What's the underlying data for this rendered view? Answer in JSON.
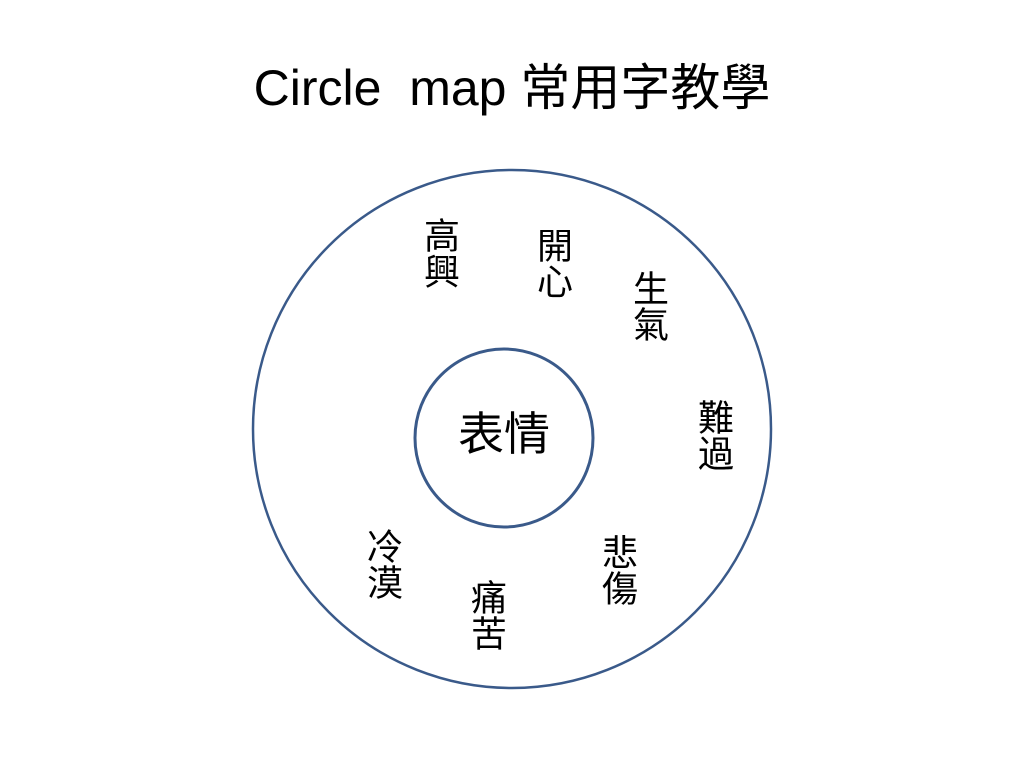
{
  "title": {
    "latin": "Circle  map ",
    "cjk": "常用字教學"
  },
  "center": {
    "label": "表情"
  },
  "outer_items": [
    "高興",
    "開心",
    "生氣",
    "難過",
    "悲傷",
    "痛苦",
    "冷漠"
  ],
  "colors": {
    "circle_stroke": "#3a5a8a",
    "text": "#000000",
    "background": "#ffffff"
  }
}
